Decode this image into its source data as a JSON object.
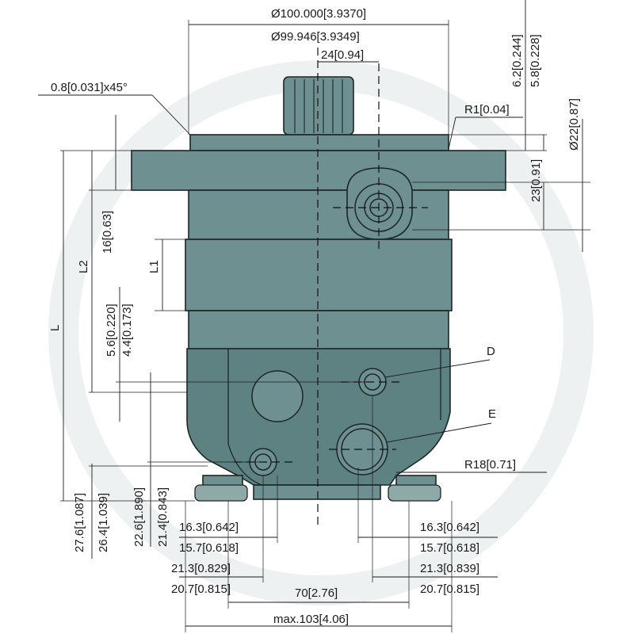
{
  "labels": {
    "outer_diameter_max": "Ø100.000[3.9370]",
    "outer_diameter_min": "Ø99.946[3.9349]",
    "shaft_offset": "24[0.94]",
    "chamfer": "0.8[0.031]x45°",
    "radius_top": "R1[0.04]",
    "top_depth_a": "6.2[0.244]",
    "top_depth_b": "5.8[0.228]",
    "port_dia": "Ø22[0.87]",
    "port_height": "23[0.91]",
    "flange_16": "16[0.63]",
    "l2": "L2",
    "l1": "L1",
    "l": "L",
    "d_5_6": "5.6[0.220]",
    "d_4_4": "4.4[0.173]",
    "port_d": "D",
    "port_e": "E",
    "radius_18": "R18[0.71]",
    "d_27_6": "27.6[1.087]",
    "d_26_4": "26.4[1.039]",
    "d_22_6": "22.6[1.890]",
    "d_21_4": "21.4[0.843]",
    "left_16_3": "16.3[0.642]",
    "left_15_7": "15.7[0.618]",
    "left_21_3": "21.3[0.829]",
    "left_20_7": "20.7[0.815]",
    "right_16_3": "16.3[0.642]",
    "right_15_7": "15.7[0.618]",
    "right_21_3": "21.3[0.839]",
    "right_20_7": "20.7[0.815]",
    "bolt_spacing": "70[2.76]",
    "max_width": "max.103[4.06]"
  }
}
